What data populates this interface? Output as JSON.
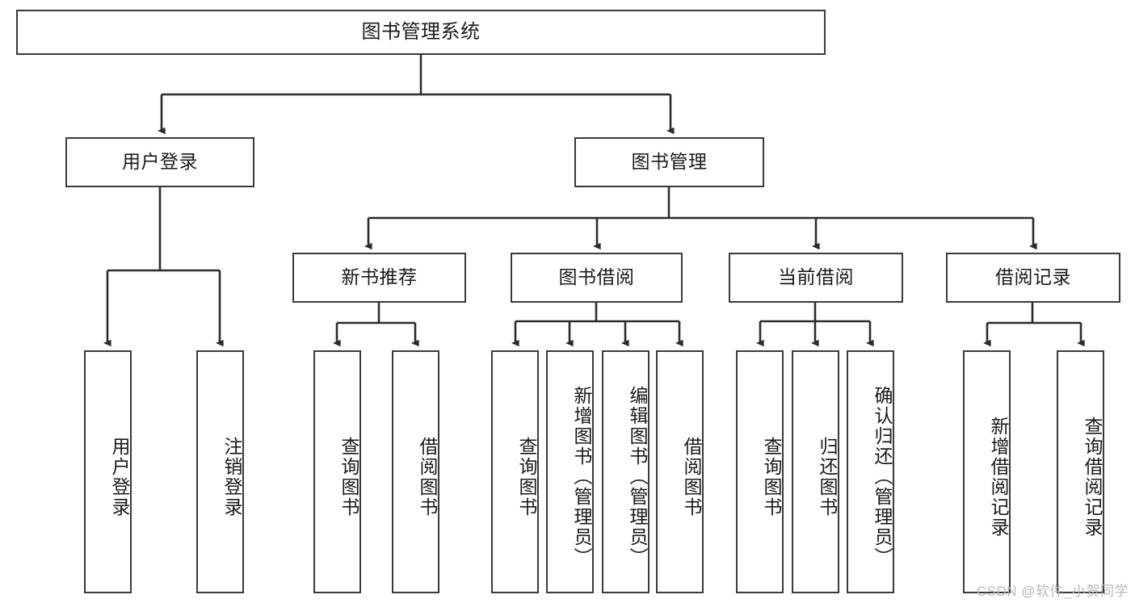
{
  "diagram": {
    "title": "图书管理系统",
    "type": "tree-hierarchy",
    "colors": {
      "box_border": "#3a3a3a",
      "box_fill": "#ffffff",
      "edge": "#2b2b2b",
      "text": "#1a1a1a",
      "watermark": "#b9b9b9",
      "background": "#ffffff"
    },
    "root": {
      "label": "图书管理系统"
    },
    "level2": [
      {
        "id": "user-login",
        "label": "用户登录"
      },
      {
        "id": "book-manage",
        "label": "图书管理"
      }
    ],
    "level3": [
      {
        "id": "new-book-recommend",
        "label": "新书推荐",
        "parent": "book-manage"
      },
      {
        "id": "book-borrow",
        "label": "图书借阅",
        "parent": "book-manage"
      },
      {
        "id": "current-borrow",
        "label": "当前借阅",
        "parent": "book-manage"
      },
      {
        "id": "borrow-record",
        "label": "借阅记录",
        "parent": "book-manage"
      }
    ],
    "leaves": [
      {
        "id": "leaf-user-login",
        "label": "用户登录",
        "parent": "user-login"
      },
      {
        "id": "leaf-user-logout",
        "label": "注销登录",
        "parent": "user-login"
      },
      {
        "id": "leaf-query-book-1",
        "label": "查询图书",
        "parent": "new-book-recommend"
      },
      {
        "id": "leaf-borrow-book-1",
        "label": "借阅图书",
        "parent": "new-book-recommend"
      },
      {
        "id": "leaf-query-book-2",
        "label": "查询图书",
        "parent": "book-borrow"
      },
      {
        "id": "leaf-add-book",
        "label": "新增图书（管理员）",
        "parent": "book-borrow"
      },
      {
        "id": "leaf-edit-book",
        "label": "编辑图书（管理员）",
        "parent": "book-borrow"
      },
      {
        "id": "leaf-borrow-book-2",
        "label": "借阅图书",
        "parent": "book-borrow"
      },
      {
        "id": "leaf-query-book-3",
        "label": "查询图书",
        "parent": "current-borrow"
      },
      {
        "id": "leaf-return-book",
        "label": "归还图书",
        "parent": "current-borrow"
      },
      {
        "id": "leaf-confirm-return",
        "label": "确认归还（管理员）",
        "parent": "current-borrow"
      },
      {
        "id": "leaf-add-record",
        "label": "新增借阅记录",
        "parent": "borrow-record"
      },
      {
        "id": "leaf-query-record",
        "label": "查询借阅记录",
        "parent": "borrow-record"
      }
    ],
    "watermark": "CSDN @软件_小贺同学"
  }
}
